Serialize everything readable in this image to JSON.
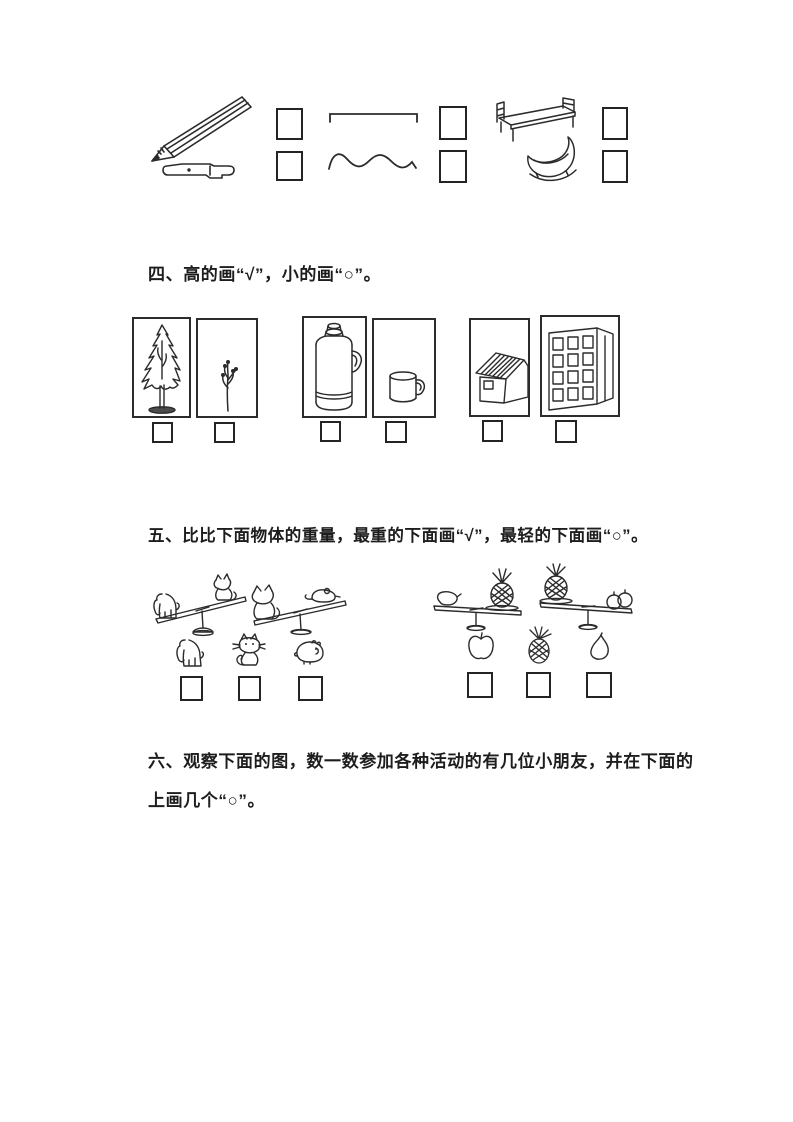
{
  "paper_color": "#ffffff",
  "ink_color": "#2b2b2b",
  "top_section": {
    "pairs": [
      {
        "top_figure": "pencil-icon",
        "bottom_figure": "pen-icon"
      },
      {
        "top_figure": "straight-line-icon",
        "bottom_figure": "wavy-line-icon"
      },
      {
        "top_figure": "bed-icon",
        "bottom_figure": "cradle-icon"
      }
    ],
    "checkboxes_per_pair": 2
  },
  "section_four": {
    "title": "四、高的画“√”，小的画“○”。",
    "figures": [
      "tree-icon",
      "sapling-icon",
      "thermos-icon",
      "mug-icon",
      "house-icon",
      "building-icon"
    ],
    "checkbox_count": 6
  },
  "section_five": {
    "title": "五、比比下面物体的重量，最重的下面画“√”，最轻的下面画“○”。",
    "left_group": {
      "seesaws": [
        "dog-vs-cat-seesaw",
        "cat-vs-mouse-seesaw"
      ],
      "answer_figures": [
        "dog-icon",
        "cat-icon",
        "hamster-icon"
      ]
    },
    "right_group": {
      "seesaws": [
        "pear-vs-pineapple-balance",
        "pineapple-vs-apple-balance"
      ],
      "answer_figures": [
        "apple-icon",
        "pineapple-icon",
        "pear-icon"
      ]
    },
    "checkbox_count": 6
  },
  "section_six": {
    "title_line1": "六、观察下面的图，数一数参加各种活动的有几位小朋友，并在下面的",
    "title_line2": "上画几个“○”。"
  }
}
